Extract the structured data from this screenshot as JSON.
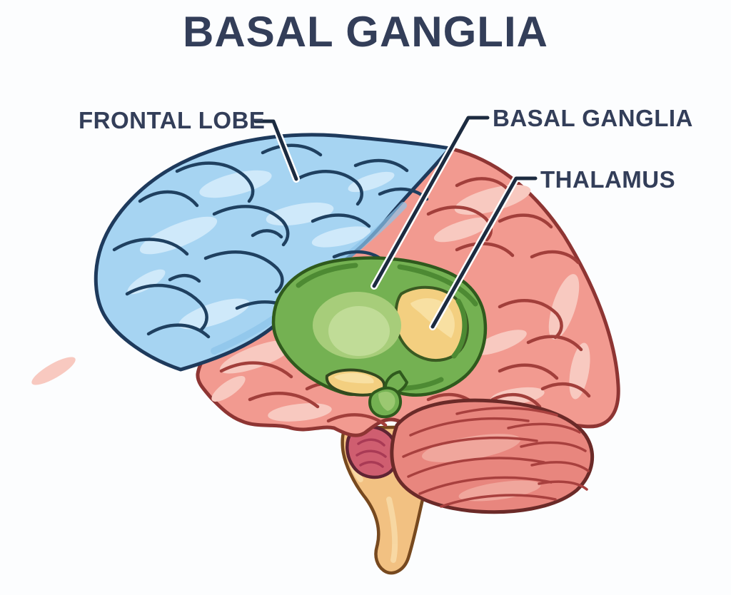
{
  "title": "BASAL GANGLIA",
  "labels": {
    "frontal_lobe": "FRONTAL LOBE",
    "basal_ganglia": "BASAL GANGLIA",
    "thalamus": "THALAMUS"
  },
  "colors": {
    "background": "#fcfdfe",
    "text": "#333e59",
    "leader_line": "#1c2b40",
    "frontal_lobe_fill": "#a6d4f2",
    "frontal_lobe_highlight": "#cfe9fa",
    "frontal_lobe_outline": "#1e3a5c",
    "cerebrum_fill": "#f29a90",
    "cerebrum_highlight": "#f8c9c0",
    "cerebrum_outline": "#8e3533",
    "gyri_line": "#a23f3b",
    "basal_ganglia_fill": "#74b152",
    "basal_ganglia_inner": "#a7cd7a",
    "basal_ganglia_core": "#c0dc97",
    "basal_ganglia_outline": "#2f5a1d",
    "thalamus_fill": "#f3cf80",
    "thalamus_highlight": "#f8e0a2",
    "cerebellum_fill": "#e8867e",
    "cerebellum_stripe": "#a8403e",
    "cerebellum_outline": "#6b2a28",
    "brainstem_fill": "#f2c182",
    "brainstem_outline": "#77491f",
    "pons_fill": "#cf5e70",
    "pons_outline": "#5f2433"
  }
}
